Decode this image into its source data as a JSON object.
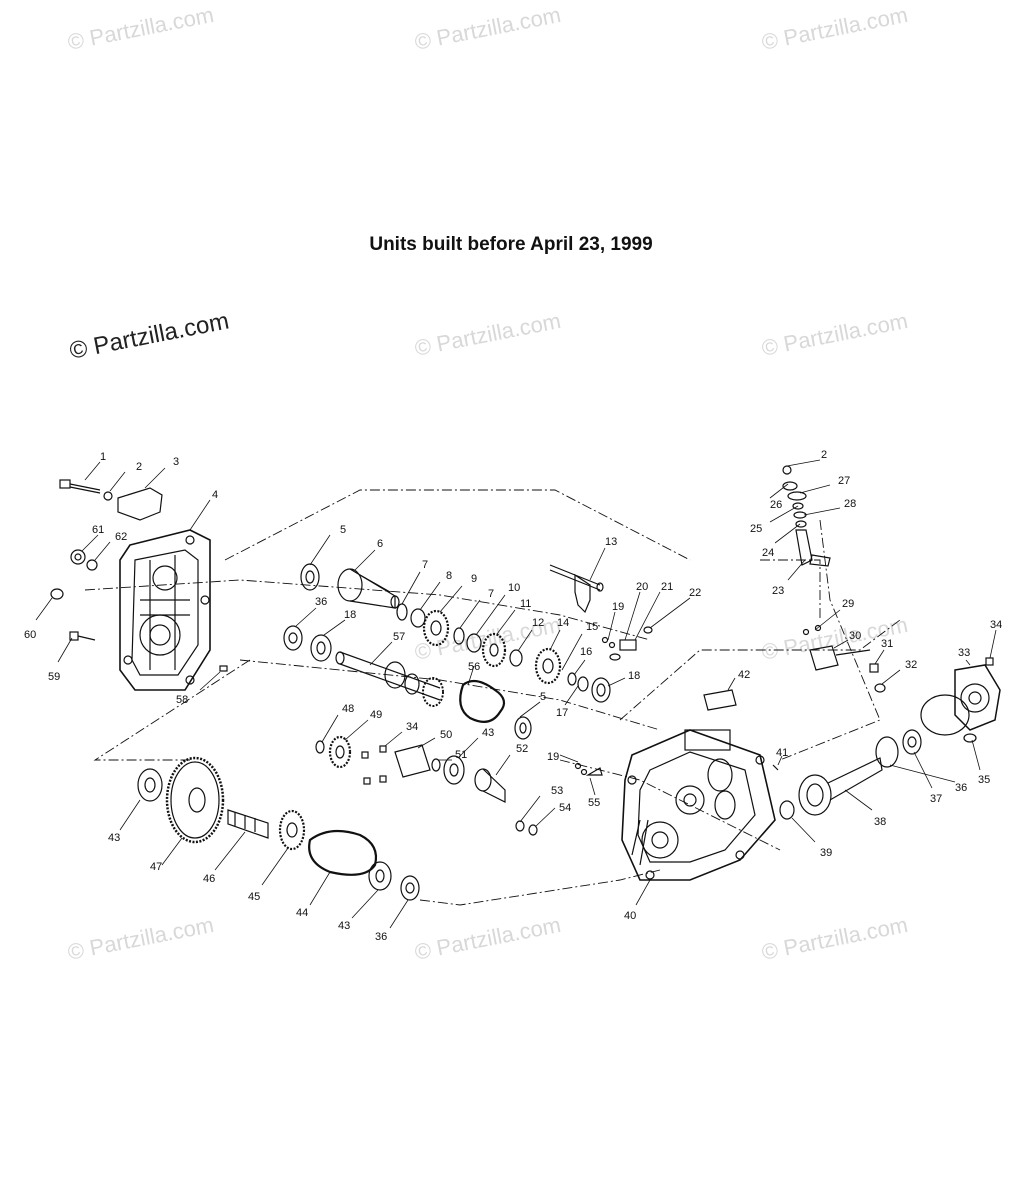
{
  "diagram": {
    "title": "Units built before April 23, 1999"
  },
  "watermarks": [
    "© Partzilla.com",
    "© Partzilla.com",
    "© Partzilla.com",
    "© Partzilla.com",
    "© Partzilla.com",
    "© Partzilla.com",
    "© Partzilla.com",
    "© Partzilla.com",
    "© Partzilla.com",
    "© Partzilla.com",
    "© Partzilla.com"
  ],
  "callouts": [
    "1",
    "2",
    "3",
    "4",
    "5",
    "6",
    "7",
    "8",
    "9",
    "7",
    "10",
    "11",
    "12",
    "14",
    "15",
    "16",
    "17",
    "18",
    "5",
    "13",
    "19",
    "20",
    "21",
    "22",
    "61",
    "62",
    "60",
    "59",
    "58",
    "36",
    "18",
    "57",
    "56",
    "2",
    "26",
    "27",
    "25",
    "28",
    "24",
    "23",
    "29",
    "30",
    "31",
    "32",
    "34",
    "33",
    "35",
    "36",
    "37",
    "38",
    "39",
    "40",
    "41",
    "42",
    "48",
    "49",
    "34",
    "50",
    "51",
    "43",
    "52",
    "53",
    "54",
    "55",
    "19",
    "43",
    "47",
    "46",
    "45",
    "44",
    "43",
    "36"
  ],
  "colors": {
    "line": "#111111",
    "watermark": "#d8d8d8"
  }
}
